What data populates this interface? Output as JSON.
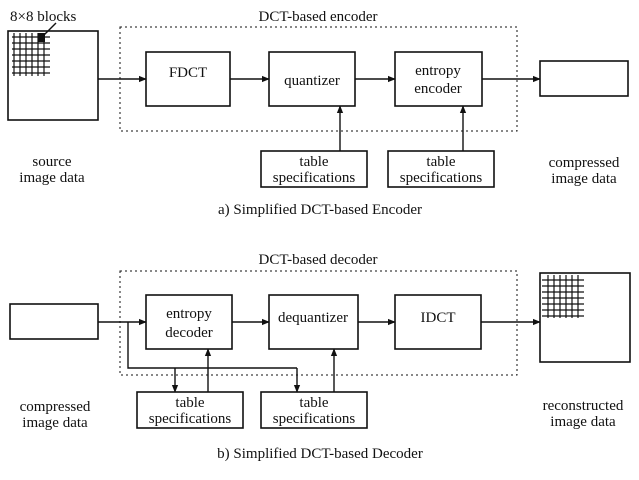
{
  "encoder": {
    "blocks_label": "8×8  blocks",
    "region_title": "DCT-based encoder",
    "fdct": "FDCT",
    "quantizer": "quantizer",
    "entropy_line1": "entropy",
    "entropy_line2": "encoder",
    "table1_line1": "table",
    "table1_line2": "specifications",
    "table2_line1": "table",
    "table2_line2": "specifications",
    "source_line1": "source",
    "source_line2": "image data",
    "output_line1": "compressed",
    "output_line2": "image data",
    "caption": "a)  Simplified DCT-based Encoder"
  },
  "decoder": {
    "region_title": "DCT-based decoder",
    "entropy_line1": "entropy",
    "entropy_line2": "decoder",
    "dequantizer": "dequantizer",
    "idct": "IDCT",
    "table1_line1": "table",
    "table1_line2": "specifications",
    "table2_line1": "table",
    "table2_line2": "specifications",
    "input_line1": "compressed",
    "input_line2": "image data",
    "output_line1": "reconstructed",
    "output_line2": "image data",
    "caption": "b)  Simplified DCT-based Decoder"
  }
}
